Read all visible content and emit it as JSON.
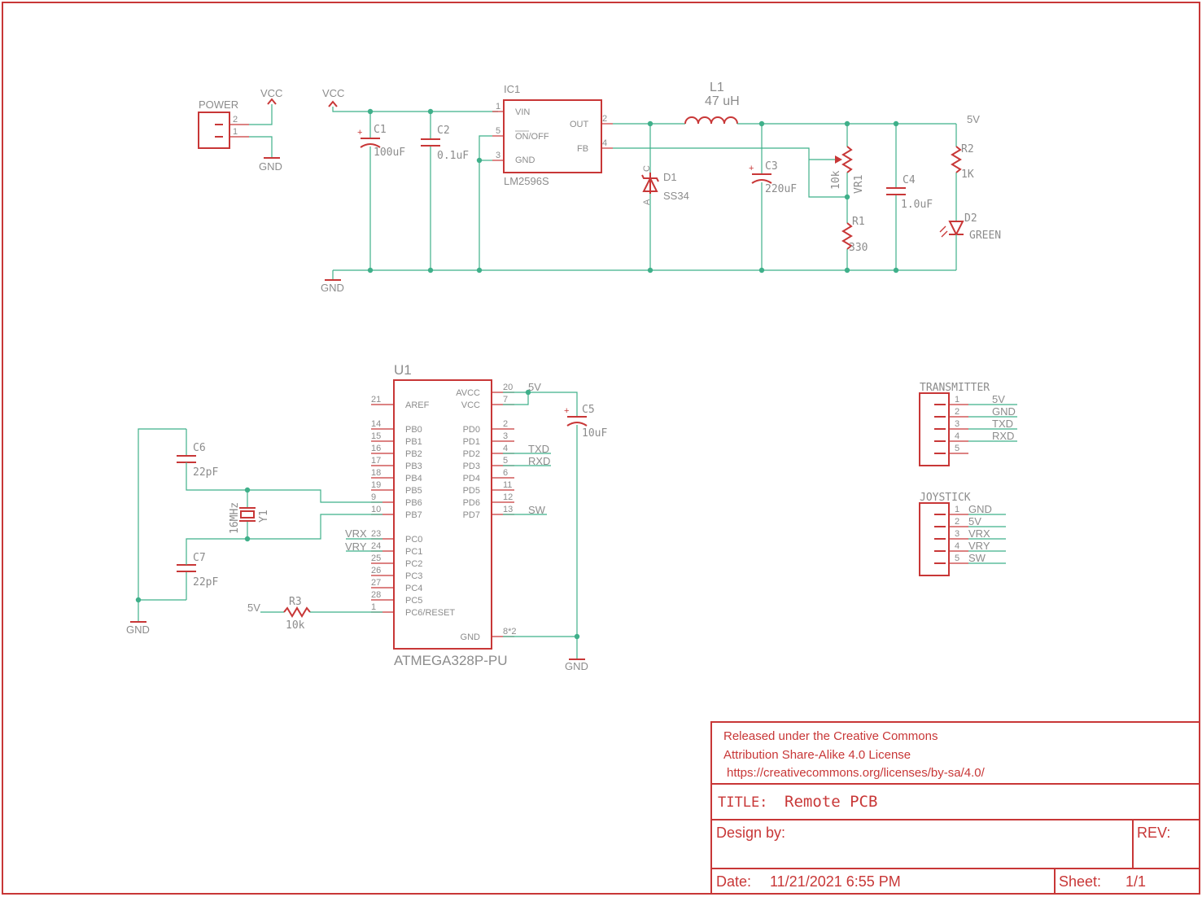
{
  "power": {
    "ref": "POWER",
    "pins": [
      "2",
      "1"
    ],
    "vcc": "VCC",
    "gnd": "GND"
  },
  "regulator": {
    "vcc": "VCC",
    "gnd": "GND",
    "ic1": {
      "ref": "IC1",
      "part": "LM2596S",
      "pin_names": [
        "VIN",
        "ON/OFF",
        "GND",
        "OUT",
        "FB"
      ],
      "pin_numbers": [
        "1",
        "5",
        "3",
        "2",
        "4"
      ]
    },
    "c1": {
      "ref": "C1",
      "value": "100uF"
    },
    "c2": {
      "ref": "C2",
      "value": "0.1uF"
    },
    "l1": {
      "ref": "L1",
      "value": "47 uH"
    },
    "d1": {
      "ref": "D1",
      "value": "SS34",
      "pin_c": "C",
      "pin_a": "A"
    },
    "c3": {
      "ref": "C3",
      "value": "220uF"
    },
    "vr1": {
      "ref": "VR1",
      "value": "10k"
    },
    "r1": {
      "ref": "R1",
      "value": "330"
    },
    "c4": {
      "ref": "C4",
      "value": "1.0uF"
    },
    "r2": {
      "ref": "R2",
      "value": "1K"
    },
    "d2": {
      "ref": "D2",
      "value": "GREEN"
    },
    "net_5v": "5V"
  },
  "mcu": {
    "ref": "U1",
    "part": "ATMEGA328P-PU",
    "left_pins": [
      {
        "num": "21",
        "name": "AREF"
      },
      {
        "num": "14",
        "name": "PB0"
      },
      {
        "num": "15",
        "name": "PB1"
      },
      {
        "num": "16",
        "name": "PB2"
      },
      {
        "num": "17",
        "name": "PB3"
      },
      {
        "num": "18",
        "name": "PB4"
      },
      {
        "num": "19",
        "name": "PB5"
      },
      {
        "num": "9",
        "name": "PB6"
      },
      {
        "num": "10",
        "name": "PB7"
      },
      {
        "num": "23",
        "name": "PC0"
      },
      {
        "num": "24",
        "name": "PC1"
      },
      {
        "num": "25",
        "name": "PC2"
      },
      {
        "num": "26",
        "name": "PC3"
      },
      {
        "num": "27",
        "name": "PC4"
      },
      {
        "num": "28",
        "name": "PC5"
      },
      {
        "num": "1",
        "name": "PC6/RESET"
      }
    ],
    "right_pins": [
      {
        "num": "20",
        "name": "AVCC"
      },
      {
        "num": "7",
        "name": "VCC"
      },
      {
        "num": "2",
        "name": "PD0"
      },
      {
        "num": "3",
        "name": "PD1"
      },
      {
        "num": "4",
        "name": "PD2"
      },
      {
        "num": "5",
        "name": "PD3"
      },
      {
        "num": "6",
        "name": "PD4"
      },
      {
        "num": "11",
        "name": "PD5"
      },
      {
        "num": "12",
        "name": "PD6"
      },
      {
        "num": "13",
        "name": "PD7"
      },
      {
        "num": "8*2",
        "name": "GND"
      }
    ],
    "nets": {
      "txd": "TXD",
      "rxd": "RXD",
      "sw": "SW",
      "vrx": "VRX",
      "vry": "VRY",
      "v5": "5V",
      "gnd": "GND"
    },
    "c5": {
      "ref": "C5",
      "value": "10uF"
    },
    "c6": {
      "ref": "C6",
      "value": "22pF"
    },
    "c7": {
      "ref": "C7",
      "value": "22pF"
    },
    "y1": {
      "ref": "Y1",
      "value": "16MHz"
    },
    "r3": {
      "ref": "R3",
      "value": "10k",
      "net": "5V"
    },
    "gnd_left": "GND",
    "gnd_right": "GND"
  },
  "transmitter": {
    "ref": "TRANSMITTER",
    "pins": [
      {
        "num": "1",
        "net": "5V"
      },
      {
        "num": "2",
        "net": "GND"
      },
      {
        "num": "3",
        "net": "TXD"
      },
      {
        "num": "4",
        "net": "RXD"
      },
      {
        "num": "5",
        "net": ""
      }
    ]
  },
  "joystick": {
    "ref": "JOYSTICK",
    "pins": [
      {
        "num": "1",
        "net": "GND"
      },
      {
        "num": "2",
        "net": "5V"
      },
      {
        "num": "3",
        "net": "VRX"
      },
      {
        "num": "4",
        "net": "VRY"
      },
      {
        "num": "5",
        "net": "SW"
      }
    ]
  },
  "title_block": {
    "license_line1": "Released under the Creative Commons",
    "license_line2": "Attribution Share-Alike 4.0 License",
    "license_line3": "https://creativecommons.org/licenses/by-sa/4.0/",
    "title_label": "TITLE:",
    "title_value": "Remote PCB",
    "design_label": "Design by:",
    "rev_label": "REV:",
    "date_label": "Date:",
    "date_value": "11/21/2021 6:55 PM",
    "sheet_label": "Sheet:",
    "sheet_value": "1/1"
  },
  "colors": {
    "symbol": "#c83737",
    "wire": "#3fb08a",
    "label": "#8c8c8c"
  }
}
